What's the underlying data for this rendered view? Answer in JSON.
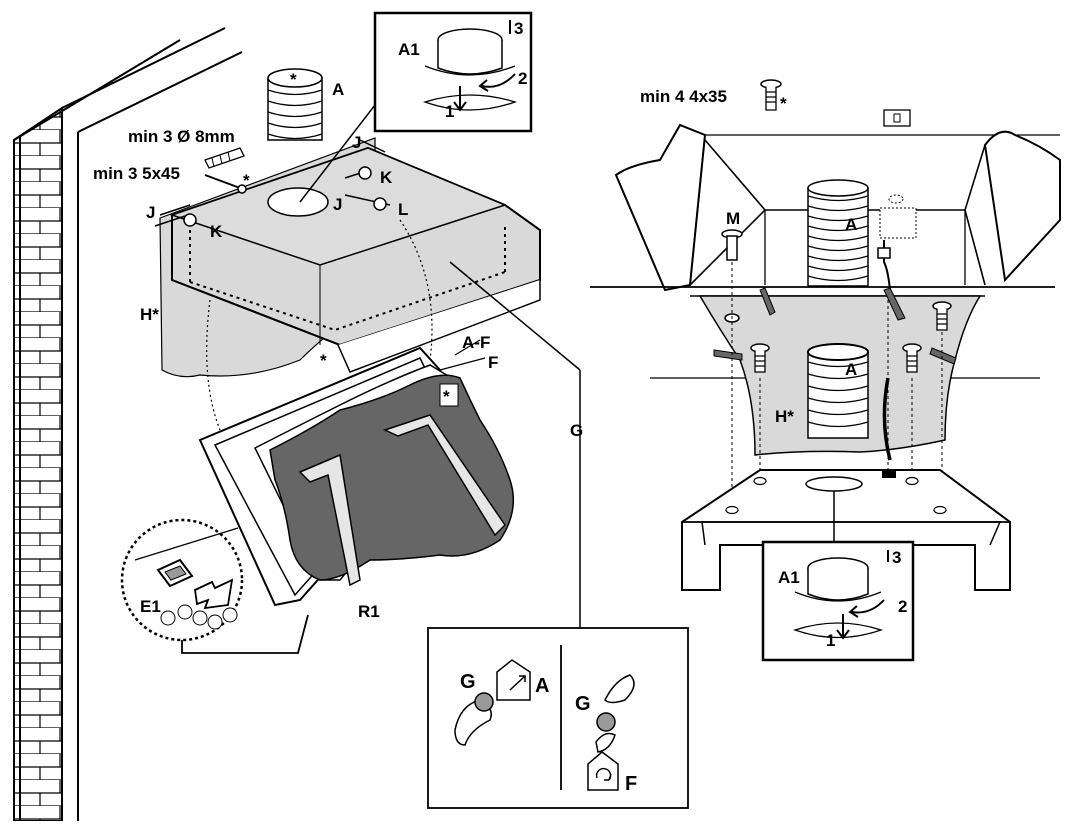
{
  "colors": {
    "ink": "#000000",
    "paper": "#ffffff",
    "panel_grey": "#d9d9d9",
    "filter_grey": "#666666",
    "knob_grey": "#9a9a9a",
    "mesh_grey": "#e6e6e6"
  },
  "left": {
    "notes": {
      "plugs": "min 3 Ø 8mm",
      "screws": "min 3 5x45"
    },
    "labels": {
      "a": "A",
      "a1": "A1",
      "n1": "1",
      "n2": "2",
      "n3": "3",
      "j1": "J",
      "j2": "J",
      "j3": "J",
      "k1": "K",
      "k2": "K",
      "l": "L",
      "h": "H*",
      "af": "A-F",
      "f": "F",
      "r1": "R1",
      "e1": "E1",
      "g": "G",
      "ast_a": "*",
      "ast_screw": "*",
      "ast_hood": "*",
      "ast_filter": "*"
    }
  },
  "right": {
    "notes": {
      "screws": "min 4 4x35",
      "ast": "*"
    },
    "labels": {
      "m": "M",
      "a_top": "A",
      "a_mid": "A",
      "h": "H*",
      "a1": "A1",
      "n1": "1",
      "n2": "2",
      "n3": "3"
    }
  },
  "legend": {
    "g_left": "G",
    "a": "A",
    "g_right": "G",
    "f": "F"
  },
  "icons": [
    "recirculation-mode-icon",
    "extraction-mode-icon",
    "electric-socket-icon",
    "wall-plug-icon",
    "screw-icon"
  ]
}
